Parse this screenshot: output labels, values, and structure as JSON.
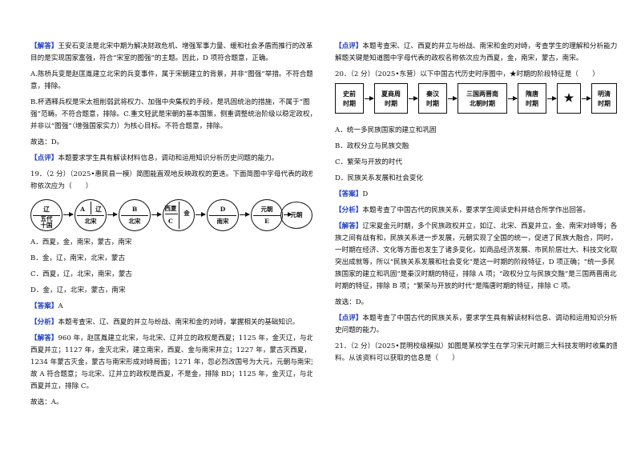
{
  "left": {
    "lines": [
      {
        "label": "【解答】",
        "text": "王安石变法是北宋中期为解决财政危机、增强军事力量、缓和社会矛盾而推行的改革，"
      },
      {
        "text": "目的是实现国家富强，符合“宋室的图强”的主题。因此，D 项符合题意，正确。"
      },
      {
        "text": "A.陈桥兵变是赵匡胤建立北宋的兵变事件，属于宋朝建立的背景，并非“图强”举措。不符合题"
      },
      {
        "text": "意，排除。"
      },
      {
        "text": "B.杯酒释兵权是宋太祖削弱武将权力、加强中央集权的手段，是巩固统治的措施，不属于“图"
      },
      {
        "text": "强”范畴。不符合题意，排除。C.重文轻武是宋朝的基本国策，侧重调整统治阶级以稳定政权，"
      },
      {
        "text": "并非以“图强”（增强国家实力）为核心目标。不符合题意，排除。"
      },
      {
        "text": "故选：D。"
      },
      {
        "label": "【点评】",
        "text": "本题要求学生具有解读材料信息，调动和运用知识分析历史问题的能力。"
      },
      {
        "text": "19．（2 分）（2025•惠民县一模）简图能直观地反映政权的更迭。下面简图中字母代表的政权名"
      },
      {
        "text": "称依次应为（　　）"
      }
    ],
    "diagram": {
      "c1_top": "辽",
      "c1_bottom": "五代\n十国",
      "c2_top": "A",
      "c2_mid": "辽",
      "c2_bottom": "北宋",
      "c3_top": "B",
      "c3_bottom": "北宋",
      "c4_top": "金",
      "c4_mid": "西夏",
      "c4_bottom": "C",
      "c5_top": "D",
      "c5_bottom": "南宋",
      "c6_top": "元朝",
      "c6_bottom": "E",
      "end": "元朝"
    },
    "options": [
      "A．西夏，金，南宋，蒙古，南宋",
      "B．金，辽，南宋，北宋，蒙古",
      "C．西夏，辽，北宋，南宋，蒙古",
      "D．金，辽，北宋，蒙古，南宋"
    ],
    "answer_label": "【答案】",
    "answer": "A",
    "after": [
      {
        "label": "【分析】",
        "text": "本题考查宋、辽、西夏的并立与纷战、南宋和金的对峙，掌握相关的基础知识。"
      },
      {
        "label": "【解答】",
        "text": "960 年，赵匡胤建立北宋，与北宋、辽并立的政权是西夏；1125 年，金灭辽，与北宋、"
      },
      {
        "text": "西夏并立；1127 年，金灭北宋，建立南宋，西夏、金与南宋并立；1227 年，蒙古灭西夏，"
      },
      {
        "text": "1234 年蒙古灭金，蒙古与南宋形成对峙局面；1271 年，忽必烈改国号为大元，元朝与南宋对峙。"
      },
      {
        "text": "故 A 符合题意；与北宋、辽并立的政权是西夏，不是金，排除 BD；1125 年，金灭辽，与北宋、"
      },
      {
        "text": "西夏并立，排除 C。"
      },
      {
        "text": "故选：A。"
      }
    ]
  },
  "right": {
    "lines": [
      {
        "label": "【点评】",
        "text": "本题考查宋、辽、西夏的并立与纷战、南宋和金的对峙，考查学生的理解和分析能力，"
      },
      {
        "text": "解题关键是知道图中字母代表的政权名称依次应为西夏，金，南宋，蒙古，南宋。"
      },
      {
        "text": "20．（2 分）（2025•东营）以下中国古代历史时序图中，★时期的阶段特征是（　　）"
      }
    ],
    "boxes": [
      "史前\n时期",
      "夏商周\n时期",
      "秦汉\n时期",
      "三国两晋南\n北朝时期",
      "隋唐\n时期",
      "★",
      "明清\n时期"
    ],
    "options": [
      "A．统一多民族国家的建立和巩固",
      "B．政权分立与民族交融",
      "C．繁荣与开放的时代",
      "D．民族关系发展和社会变化"
    ],
    "answer_label": "【答案】",
    "answer": "D",
    "after": [
      {
        "label": "【分析】",
        "text": "本题考查了中国古代的民族关系，要求学生阅读史料并结合所学作出回答。"
      },
      {
        "label": "【解答】",
        "text": "辽宋夏金元时期，多个民族政权并立，如辽、北宋、西夏并立，金、南宋对峙等；各民"
      },
      {
        "text": "族之间有战有和，民族关系进一步发展，元朝实现了全国的统一，促进了民族大融合，同时，这"
      },
      {
        "text": "一时期在经济、文化等方面也发生了诸多变化，如商品经济发展、市民阶层壮大、科技文化取得"
      },
      {
        "text": "突出成就等，所以“民族关系发展和社会变化”是这一时期的阶段特征，D 项正确；“统一多民"
      },
      {
        "text": "族国家的建立和巩固”是秦汉时期的特征，排除 A 项；“政权分立与民族交融”是三国两晋南北朝"
      },
      {
        "text": "时期的特征，排除 B 项；“繁荣与开放的时代”是隋唐时期的特征，排除 C 项。"
      },
      {
        "text": "故选：D。"
      },
      {
        "label": "【点评】",
        "text": "本题考查了中国古代的民族关系，要求学生具有解读材料信息、调动和运用知识分析历"
      },
      {
        "text": "史问题的能力。"
      },
      {
        "text": "21．（2 分）（2025•昆明校级模拟）如图是某校学生在学习宋元时期三大科技发明时收集的图片资"
      },
      {
        "text": "料。从该资料可以获取的信息是（　　）"
      }
    ]
  }
}
